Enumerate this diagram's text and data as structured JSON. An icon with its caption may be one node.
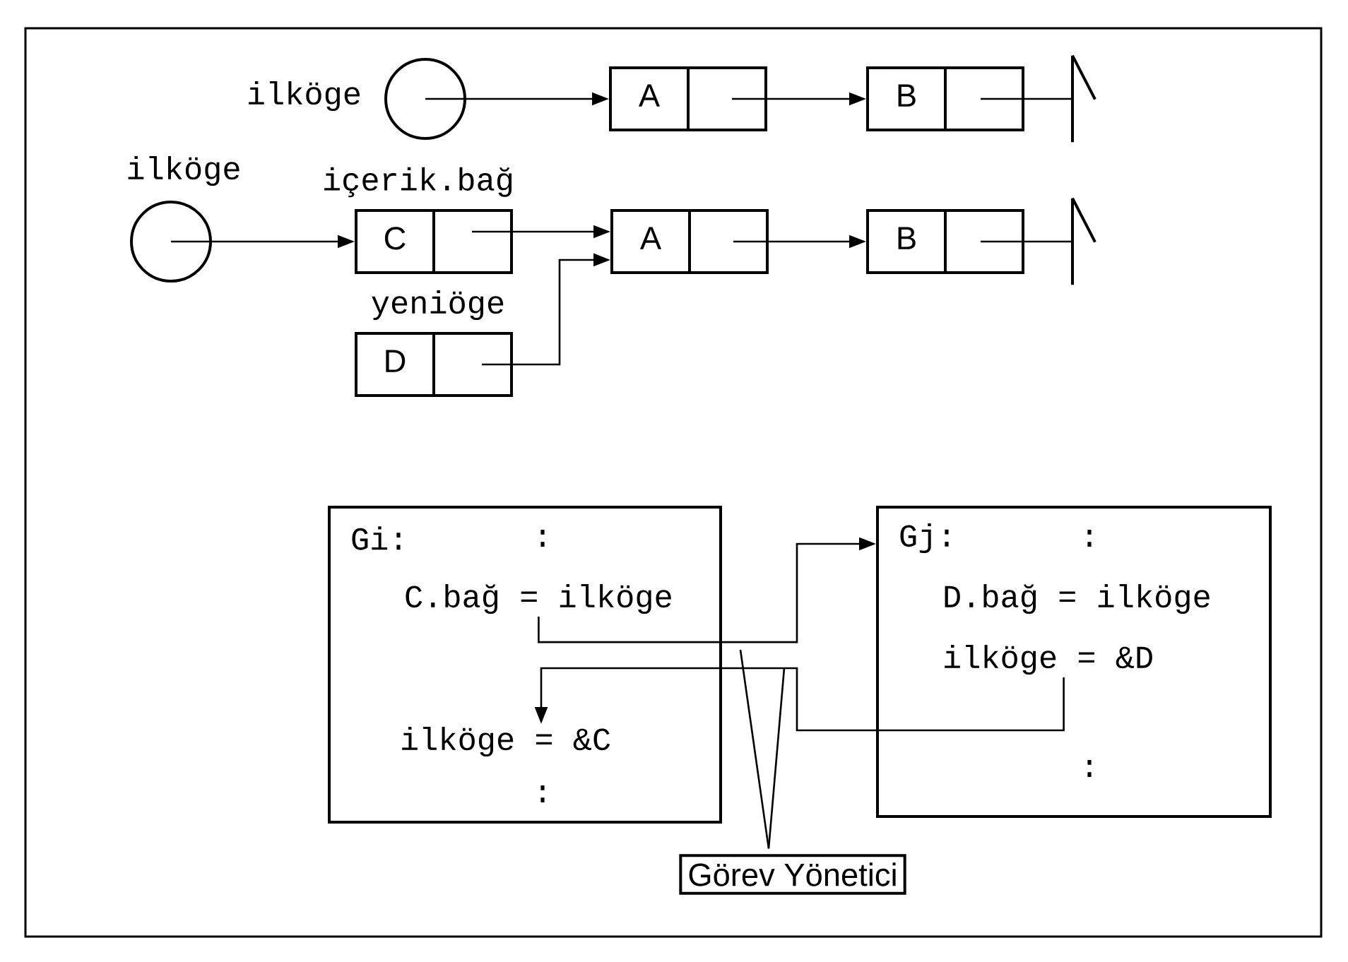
{
  "diagram": {
    "nodes": [
      {
        "text": [],
        "shape": "circle",
        "beside": [
          "ilköge"
        ]
      },
      {
        "text": [
          "A"
        ]
      },
      {
        "text": [
          "B"
        ]
      },
      {
        "text": [],
        "shape": "bar"
      },
      {
        "text": [],
        "shape": "circle",
        "beside": [
          "ilköge"
        ]
      },
      {
        "text": [
          "C"
        ],
        "beside": [
          "içerik.bağ"
        ]
      },
      {
        "text": [
          "A"
        ]
      },
      {
        "text": [
          "B"
        ]
      },
      {
        "text": [],
        "shape": "bar"
      },
      {
        "text": [
          "D"
        ],
        "beside": [
          "yeniöge"
        ]
      },
      {
        "text": [
          "Gi:",
          ":",
          ":"
        ]
      },
      {
        "text": [
          "C.bağ = ilköge"
        ],
        "in": 10
      },
      {
        "text": [
          "ilköge = &C"
        ],
        "in": 10
      },
      {
        "text": [
          "Gj:",
          ":",
          ":"
        ]
      },
      {
        "text": [
          "D.bağ = ilköge"
        ],
        "in": 13
      },
      {
        "text": [
          "ilköge = &D"
        ],
        "in": 13
      },
      {
        "text": [
          "Görev Yönetici"
        ]
      }
    ],
    "edges": [
      {
        "from": 0,
        "to": 1,
        "arrow": "to"
      },
      {
        "from": 1,
        "to": 2,
        "arrow": "to"
      },
      {
        "from": 2,
        "to": 3,
        "arrow": "none"
      },
      {
        "from": 4,
        "to": 5,
        "arrow": "to"
      },
      {
        "from": 5,
        "to": 6,
        "arrow": "to"
      },
      {
        "from": 9,
        "to": 6,
        "arrow": "to"
      },
      {
        "from": 6,
        "to": 7,
        "arrow": "to"
      },
      {
        "from": 7,
        "to": 8,
        "arrow": "none"
      },
      {
        "from": 11,
        "to": 13,
        "arrow": "to"
      },
      {
        "from": 15,
        "to": 12,
        "arrow": "to"
      },
      {
        "from": 16,
        "to": null,
        "arrow": "none"
      },
      {
        "from": 16,
        "to": null,
        "arrow": "none"
      }
    ]
  }
}
